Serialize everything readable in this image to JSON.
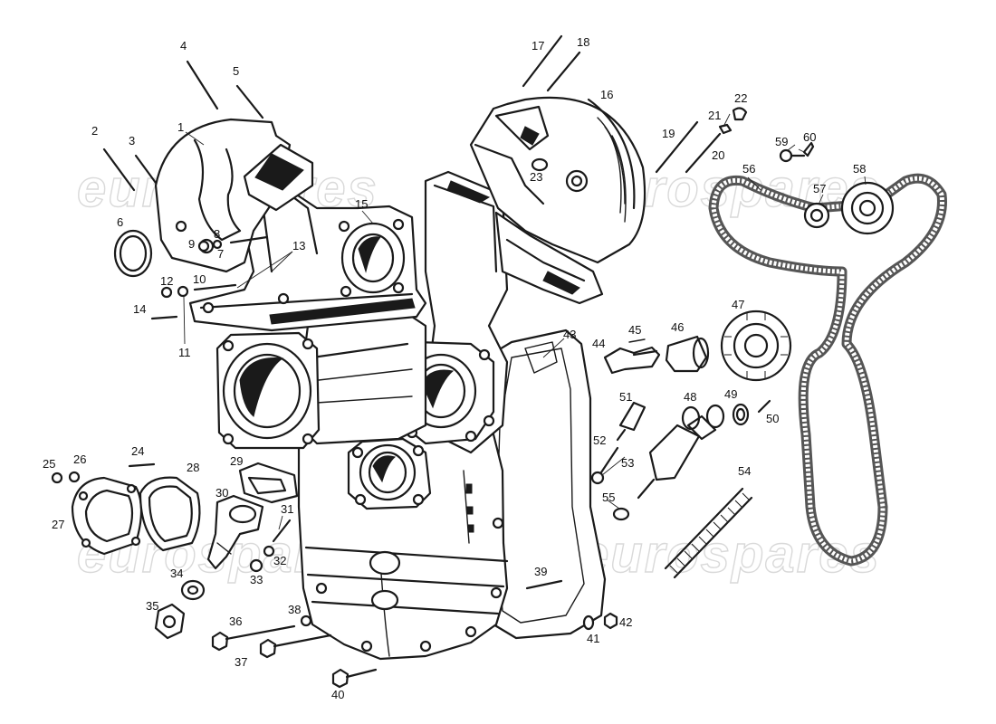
{
  "watermark": {
    "text": "eurospares",
    "items": [
      "wm-1",
      "wm-2",
      "wm-3",
      "wm-4"
    ]
  },
  "parts": {
    "p1": "1",
    "p2": "2",
    "p3": "3",
    "p4": "4",
    "p5": "5",
    "p6": "6",
    "p7": "7",
    "p8": "8",
    "p9": "9",
    "p10": "10",
    "p11": "11",
    "p12": "12",
    "p13": "13",
    "p14": "14",
    "p15": "15",
    "p16": "16",
    "p17": "17",
    "p18": "18",
    "p19": "19",
    "p20": "20",
    "p21": "21",
    "p22": "22",
    "p23": "23",
    "p24": "24",
    "p25": "25",
    "p26": "26",
    "p27": "27",
    "p28": "28",
    "p29": "29",
    "p30": "30",
    "p31": "31",
    "p32": "32",
    "p33": "33",
    "p34": "34",
    "p35": "35",
    "p36": "36",
    "p37": "37",
    "p38": "38",
    "p39": "39",
    "p40": "40",
    "p41": "41",
    "p42": "42",
    "p43": "43",
    "p44": "44",
    "p45": "45",
    "p46": "46",
    "p47": "47",
    "p48": "48",
    "p49": "49",
    "p50": "50",
    "p51": "51",
    "p52": "52",
    "p53": "53",
    "p54": "54",
    "p55": "55",
    "p56": "56",
    "p57": "57",
    "p58": "58",
    "p59": "59",
    "p60": "60"
  }
}
